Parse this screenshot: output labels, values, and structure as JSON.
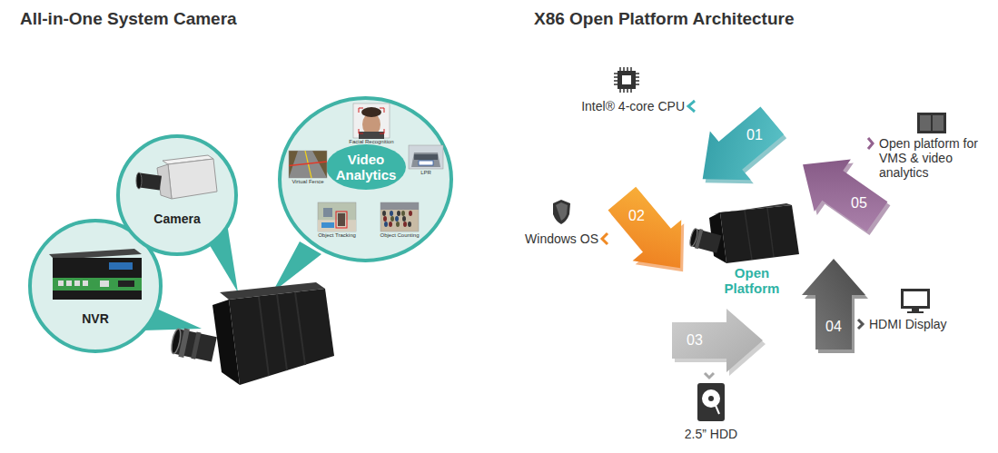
{
  "diagram": {
    "nodes": [
      {
        "text": [
          "NVR"
        ]
      },
      {
        "text": [
          "Camera"
        ]
      },
      {
        "text": [
          "Video Analytics"
        ]
      },
      {
        "text": [
          "Facial Recognition"
        ],
        "in": 2
      },
      {
        "text": [
          "LPR"
        ],
        "in": 2
      },
      {
        "text": [
          "Virtual Fence"
        ],
        "in": 2
      },
      {
        "text": [
          "Object Tracking"
        ],
        "in": 2
      },
      {
        "text": [
          "Object Counting"
        ],
        "in": 2
      },
      {
        "text": [
          "01"
        ]
      },
      {
        "text": [
          "02"
        ]
      },
      {
        "text": [
          "03"
        ]
      },
      {
        "text": [
          "04"
        ]
      },
      {
        "text": [
          "05"
        ]
      }
    ],
    "labels": [
      "All-in-One System Camera",
      "X86 Open Platform Architecture",
      "Intel® 4-core CPU",
      "Windows OS",
      "2.5” HDD",
      "HDMI Display",
      "Open platform for VMS & video analytics",
      "Open Platform"
    ]
  }
}
